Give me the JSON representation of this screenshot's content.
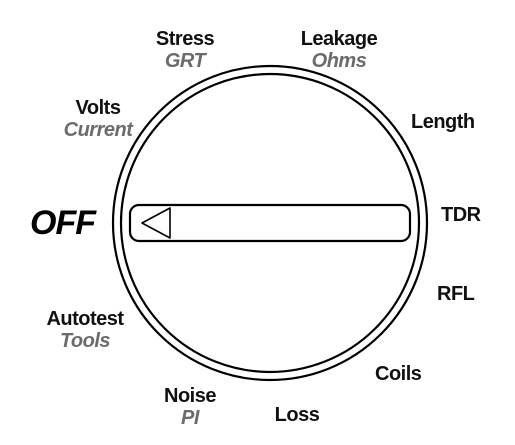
{
  "dial": {
    "off_label": "OFF",
    "positions": [
      {
        "key": "volts",
        "main": "Volts",
        "sub": "Current"
      },
      {
        "key": "stress",
        "main": "Stress",
        "sub": "GRT"
      },
      {
        "key": "leakage",
        "main": "Leakage",
        "sub": "Ohms"
      },
      {
        "key": "length",
        "main": "Length",
        "sub": ""
      },
      {
        "key": "tdr",
        "main": "TDR",
        "sub": ""
      },
      {
        "key": "rfl",
        "main": "RFL",
        "sub": ""
      },
      {
        "key": "coils",
        "main": "Coils",
        "sub": ""
      },
      {
        "key": "loss",
        "main": "Loss",
        "sub": ""
      },
      {
        "key": "noise",
        "main": "Noise",
        "sub": "PI"
      },
      {
        "key": "autotest",
        "main": "Autotest",
        "sub": "Tools"
      }
    ],
    "colors": {
      "outline": "#000000",
      "secondary_text": "#6b6b6b",
      "primary_text": "#111111"
    },
    "pointer_icon": "left-triangle-pointer-icon"
  }
}
